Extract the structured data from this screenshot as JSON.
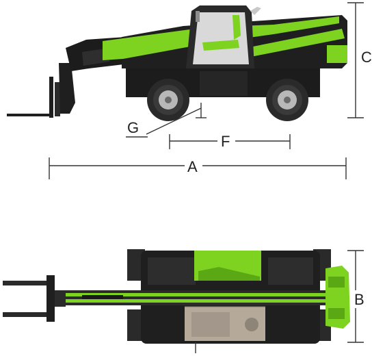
{
  "dimension_labels": {
    "A": "A",
    "B": "B",
    "C": "C",
    "F": "F",
    "G": "G"
  },
  "colors": {
    "accent_green": "#7ed321",
    "body_dark": "#1f1f1f",
    "tire": "#2a2a2a",
    "hub": "#b8b8b8",
    "glass": "#d9d9d9",
    "engine_panel": "#b5a99a",
    "dimension_line": "#333333"
  }
}
